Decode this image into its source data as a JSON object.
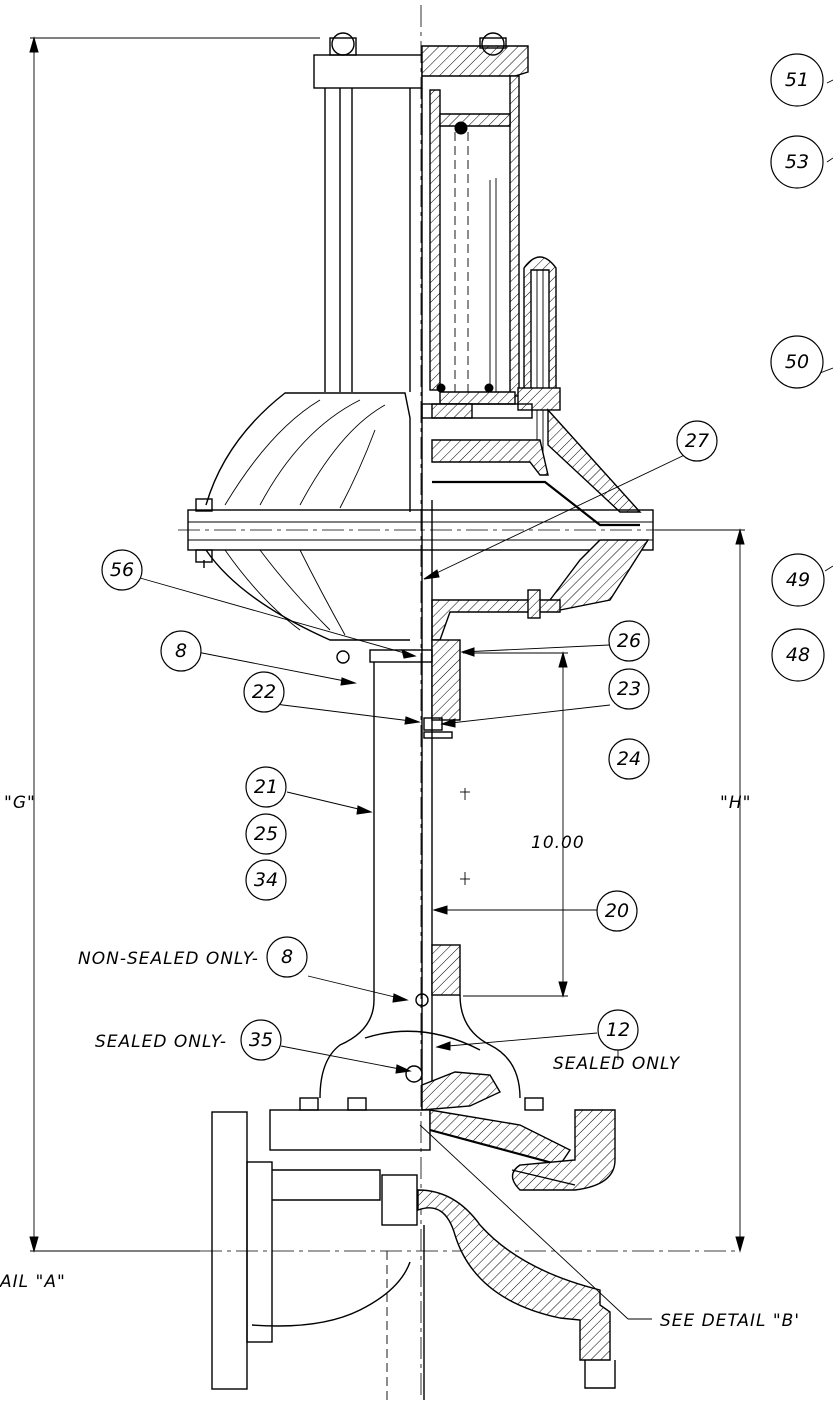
{
  "balloons": {
    "b51": "51",
    "b53": "53",
    "b50": "50",
    "b27": "27",
    "b49": "49",
    "b56": "56",
    "b48": "48",
    "b8a": "8",
    "b26": "26",
    "b22": "22",
    "b23": "23",
    "b24": "24",
    "b21": "21",
    "b25": "25",
    "b34": "34",
    "b20": "20",
    "b8b": "8",
    "b12": "12",
    "b35": "35"
  },
  "labels": {
    "dim_g": "\"G\"",
    "dim_h": "\"H\"",
    "dim_10": "10.00",
    "non_sealed": "NON-SEALED ONLY-",
    "sealed": "SEALED ONLY-",
    "sealed_only": "SEALED ONLY",
    "detail_a": "AIL  \"A\"",
    "detail_b": "SEE  DETAIL  \"B'"
  }
}
